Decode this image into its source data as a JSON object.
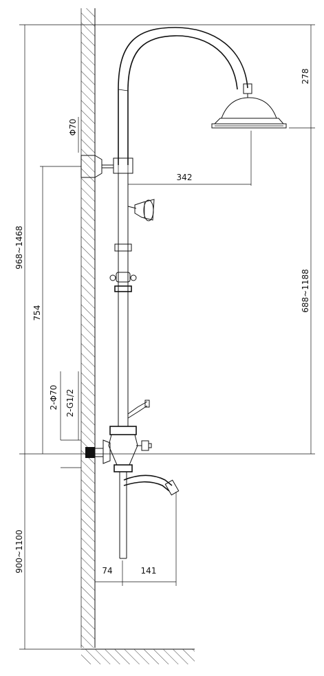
{
  "dimensions": {
    "total_height_range": "968~1468",
    "mount_height": "754",
    "head_drop": "278",
    "arm_reach": "342",
    "bar_height_range": "688~1188",
    "floor_height_range": "900~1100",
    "wall_offset": "74",
    "spout_reach": "141",
    "bracket_diameter": "Φ70",
    "inlet_flange_diameter": "2-Φ70",
    "inlet_thread": "2-G1/2"
  },
  "colors": {
    "line": "#111111",
    "background": "#ffffff"
  }
}
